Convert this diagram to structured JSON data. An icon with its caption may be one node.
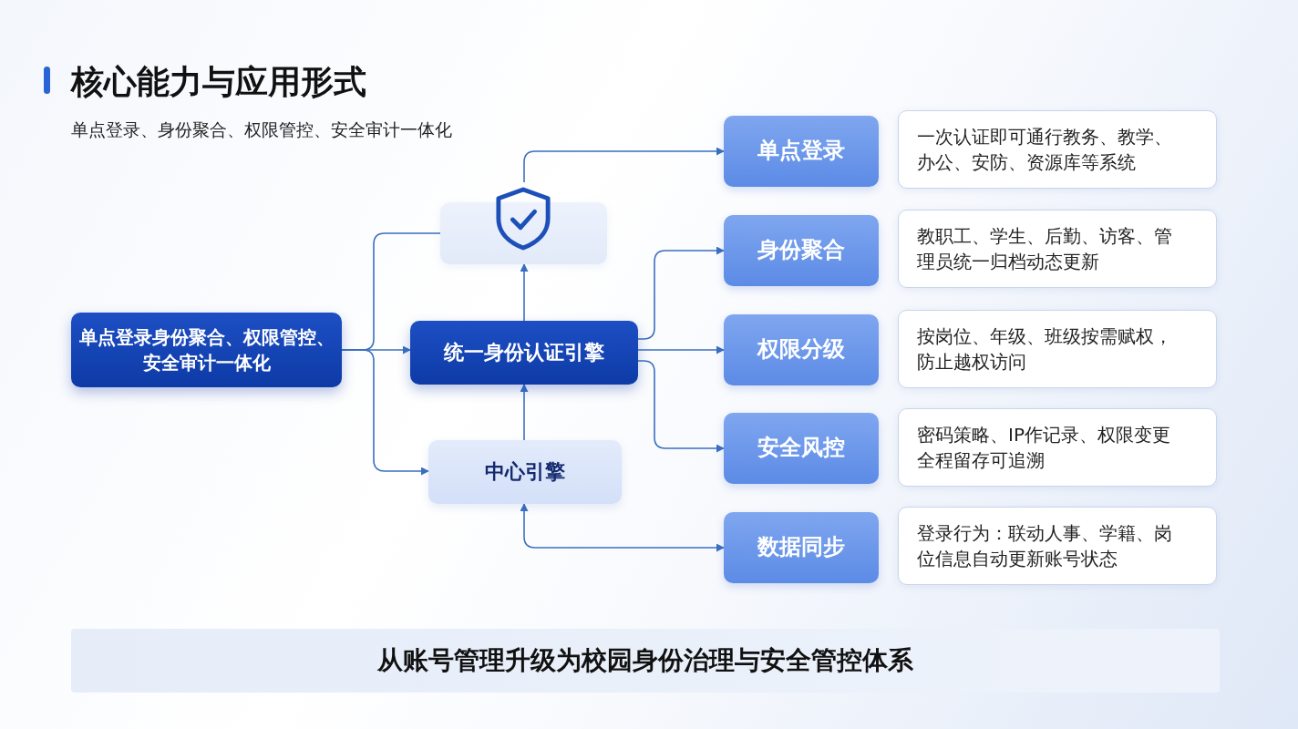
{
  "diagram": {
    "title": "核心能力与应用形式",
    "nodes": [
      {
        "text": [
          "单点登录身份聚合、权限管控、安全审计一体化"
        ]
      },
      {
        "text": [],
        "shape": "box"
      },
      {
        "text": [
          "统一身份认证引擎"
        ]
      },
      {
        "text": [
          "中心引擎"
        ]
      },
      {
        "text": [
          "单点登录"
        ]
      },
      {
        "text": [
          "身份聚合"
        ]
      },
      {
        "text": [
          "权限分级"
        ]
      },
      {
        "text": [
          "安全风控"
        ]
      },
      {
        "text": [
          "数据同步"
        ]
      },
      {
        "text": [
          "一次认证即可通行教务、教学、办公、安防、资源库等系统"
        ]
      },
      {
        "text": [
          "教职工、学生、后勤、访客、管理员统一归档动态更新"
        ]
      },
      {
        "text": [
          "按岗位、年级、班级按需赋权，防止越权访问"
        ]
      },
      {
        "text": [
          "密码策略、IP作记录、权限变更全程留存可追溯"
        ]
      },
      {
        "text": [
          "登录行为：联动人事、学籍、岗位信息自动更新账号状态"
        ]
      },
      {
        "text": [
          "从账号管理升级为校园身份治理与安全管控体系"
        ]
      }
    ],
    "edges": [
      {
        "from": 0,
        "to": 2,
        "arrow": "to"
      },
      {
        "from": 0,
        "to": 1,
        "arrow": "none"
      },
      {
        "from": 0,
        "to": 3,
        "arrow": "to"
      },
      {
        "from": 2,
        "to": 1,
        "arrow": "to"
      },
      {
        "from": 3,
        "to": 2,
        "arrow": "to"
      },
      {
        "from": 1,
        "to": 4,
        "arrow": "to"
      },
      {
        "from": 2,
        "to": 5,
        "arrow": "to"
      },
      {
        "from": 2,
        "to": 6,
        "arrow": "to"
      },
      {
        "from": 2,
        "to": 7,
        "arrow": "to"
      },
      {
        "from": 3,
        "to": 8,
        "arrow": "both"
      }
    ],
    "labels": [
      "单点登录、身份聚合、权限管控、安全审计一体化"
    ]
  }
}
